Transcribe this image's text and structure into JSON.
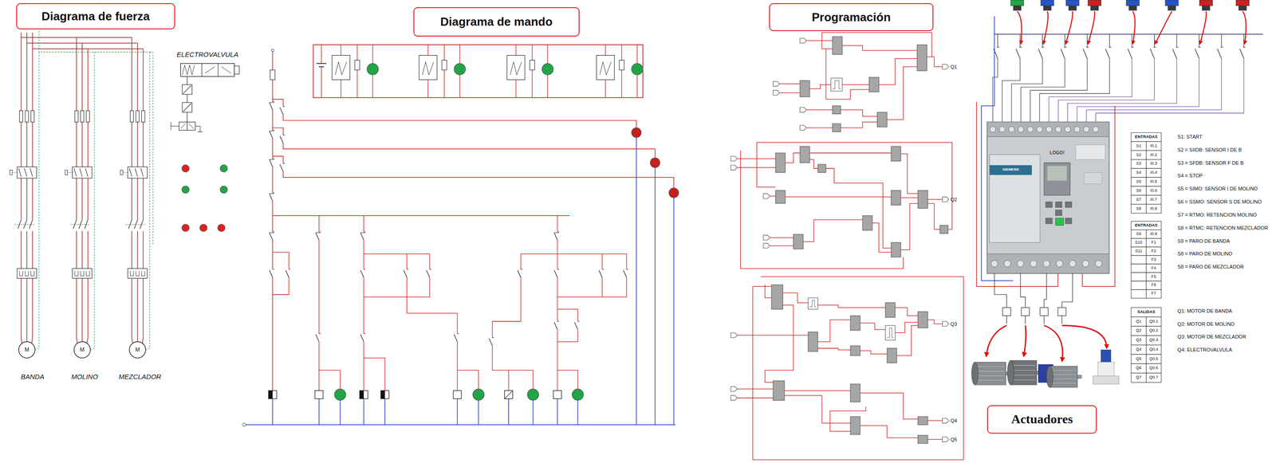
{
  "diagram": {
    "nodes": [
      {
        "text": [
          "Diagrama de fuerza"
        ]
      },
      {
        "text": [
          "Diagrama de mando"
        ]
      },
      {
        "text": [
          "Programación"
        ]
      },
      {
        "text": [
          "Actuadores"
        ]
      }
    ],
    "labels": [
      "ELECTROVALVULA",
      "BANDA",
      "MOLINO",
      "MEZCLADOR",
      "Q1",
      "Q2",
      "Q3",
      "Q4",
      "Q5",
      "SIEMENS",
      "LOGO!",
      "ENTRADAS",
      "S1",
      "I0.1",
      "S2",
      "I0.2",
      "S3",
      "I0.3",
      "S4",
      "I0.4",
      "S5",
      "I0.5",
      "S6",
      "I0.6",
      "S7",
      "I0.7",
      "S8",
      "I0.8",
      "ENTRADAS",
      "S9",
      "I0.9",
      "S10",
      "F1",
      "S11",
      "F2",
      "F3",
      "F4",
      "F5",
      "F6",
      "F7",
      "SALIDAS",
      "Q1",
      "Q0.1",
      "Q2",
      "Q0.2",
      "Q3",
      "Q0.3",
      "Q4",
      "Q0.4",
      "Q5",
      "Q0.5",
      "Q6",
      "Q0.6",
      "Q7",
      "Q0.7",
      "S1: START",
      "S2 = SIIDB: SENSOR I DE B",
      "S3 = SFDB: SENSOR F DE B",
      "S4 = STOP",
      "S5 = SIMO: SENSOR I DE MOLINO",
      "S6 = SSMO: SENSOR S DE MOLINO",
      "S7 = RTMO: RETENCION MOLINO",
      "S8 = RTMC: RETENCION MEZCLADOR",
      "S9 = PARO DE BANDA",
      "S8 = PARO DE MOLINO",
      "S8 = PARO DE MEZCLADOR",
      "Q1: MOTOR DE BANDA",
      "Q2: MOTOR DE MOLINO",
      "Q3: MOTOR DE MEZCLADOR",
      "Q4: ELECTROVALVULA",
      "M",
      "M",
      "M"
    ]
  }
}
